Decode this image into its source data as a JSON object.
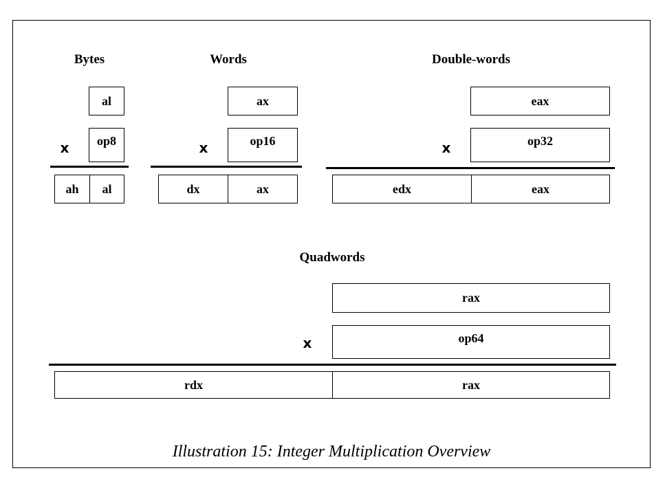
{
  "sections": {
    "bytes": {
      "title": "Bytes",
      "operand": "al",
      "multiplier": "op8",
      "times": "x",
      "result_high": "ah",
      "result_low": "al"
    },
    "words": {
      "title": "Words",
      "operand": "ax",
      "multiplier": "op16",
      "times": "x",
      "result_high": "dx",
      "result_low": "ax"
    },
    "dwords": {
      "title": "Double-words",
      "operand": "eax",
      "multiplier": "op32",
      "times": "x",
      "result_high": "edx",
      "result_low": "eax"
    },
    "qwords": {
      "title": "Quadwords",
      "operand": "rax",
      "multiplier": "op64",
      "times": "x",
      "result_high": "rdx",
      "result_low": "rax"
    }
  },
  "caption": "Illustration 15: Integer Multiplication Overview"
}
